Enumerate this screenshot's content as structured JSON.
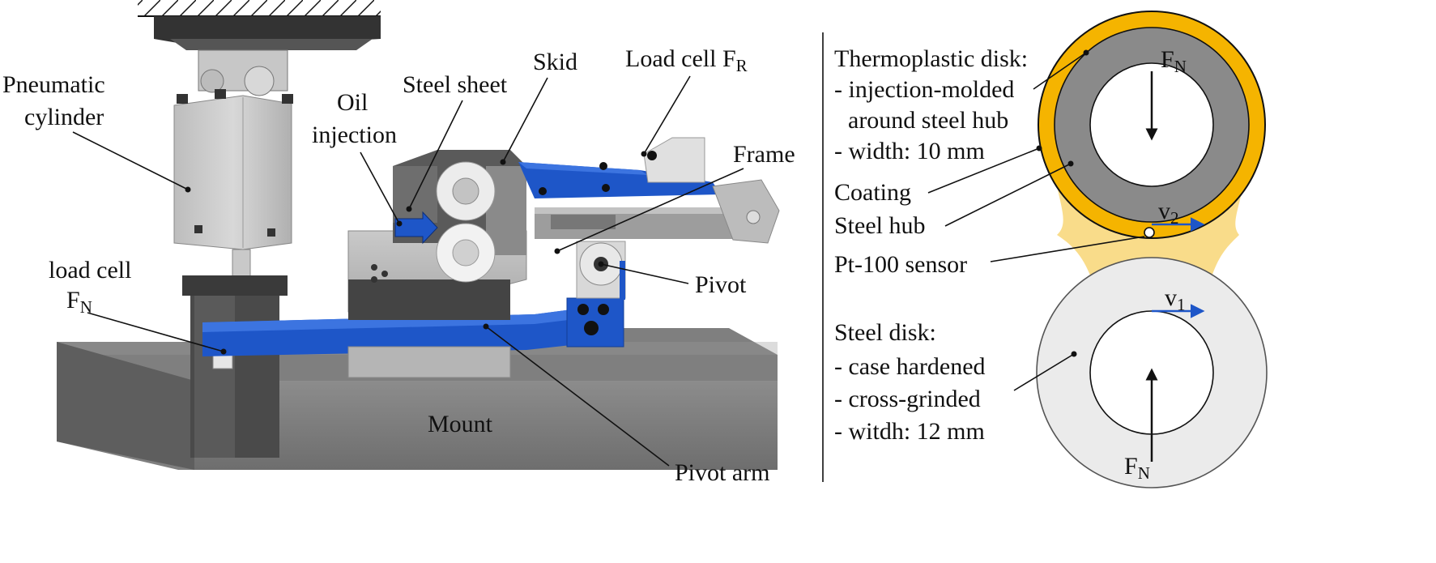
{
  "left": {
    "labels": {
      "pneumatic_1": "Pneumatic",
      "pneumatic_2": "cylinder",
      "loadcell_n_1": "load cell",
      "loadcell_n_2_main": "F",
      "loadcell_n_2_sub": "N",
      "oil_1": "Oil",
      "oil_2": "injection",
      "steel_sheet": "Steel sheet",
      "skid": "Skid",
      "loadcell_r_main": "Load cell F",
      "loadcell_r_sub": "R",
      "frame": "Frame",
      "pivot": "Pivot",
      "mount": "Mount",
      "pivot_arm": "Pivot arm"
    }
  },
  "right": {
    "thermo_title": "Thermoplastic disk:",
    "thermo_items": [
      "- injection-molded",
      "around steel hub",
      "- width: 10 mm"
    ],
    "coating": "Coating",
    "steel_hub": "Steel hub",
    "pt100": "Pt-100 sensor",
    "steel_title": "Steel disk:",
    "steel_items": [
      "- case hardened",
      "- cross-grinded",
      "- witdh: 12 mm"
    ],
    "fn_top_main": "F",
    "fn_top_sub": "N",
    "fn_bot_main": "F",
    "fn_bot_sub": "N",
    "v2_main": "v",
    "v2_sub": "2",
    "v1_main": "v",
    "v1_sub": "1"
  },
  "colors": {
    "blue": "#1e56c8",
    "orange": "#f5b400",
    "hub_gray": "#8a8a8a",
    "oil_light": "#f9dc8a",
    "steel_disk": "#ebebeb"
  }
}
